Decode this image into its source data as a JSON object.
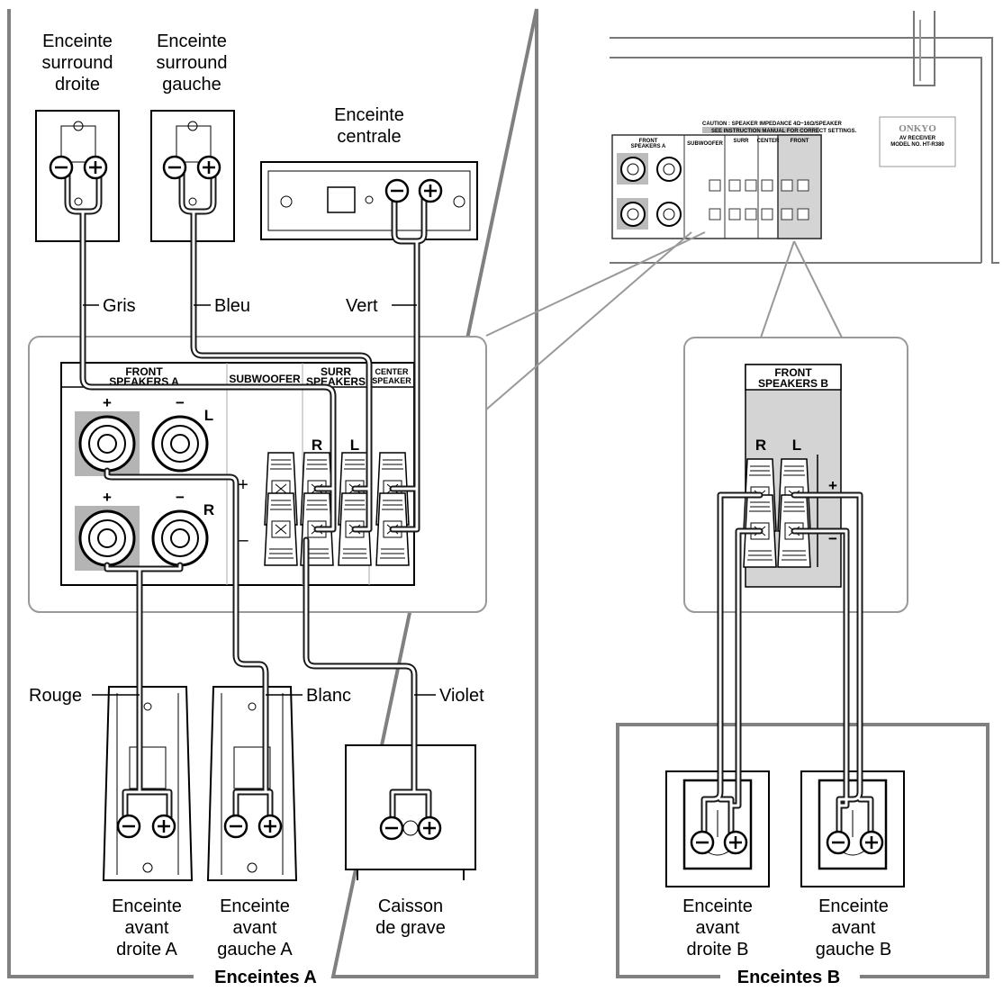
{
  "colors": {
    "frame": "#808080",
    "cable": "#1a1a1a",
    "cable_fill": "#ffffff",
    "terminal_bg": "#b4b4b4",
    "panel_bg": "#d4d4d4"
  },
  "speakers": {
    "surround_right": [
      "Enceinte",
      "surround",
      "droite"
    ],
    "surround_left": [
      "Enceinte",
      "surround",
      "gauche"
    ],
    "center": [
      "Enceinte",
      "centrale"
    ],
    "front_right_a": [
      "Enceinte",
      "avant",
      "droite A"
    ],
    "front_left_a": [
      "Enceinte",
      "avant",
      "gauche A"
    ],
    "subwoofer": [
      "Caisson",
      "de grave"
    ],
    "front_right_b": [
      "Enceinte",
      "avant",
      "droite B"
    ],
    "front_left_b": [
      "Enceinte",
      "avant",
      "gauche B"
    ]
  },
  "cables": {
    "gray": "Gris",
    "blue": "Bleu",
    "green": "Vert",
    "red": "Rouge",
    "white": "Blanc",
    "violet": "Violet"
  },
  "groups": {
    "a": "Enceintes A",
    "b": "Enceintes B"
  },
  "terminals": {
    "front_a": [
      "FRONT",
      "SPEAKERS A"
    ],
    "subwoofer": "SUBWOOFER",
    "surr": [
      "SURR",
      "SPEAKERS"
    ],
    "center": [
      "CENTER",
      "SPEAKER"
    ],
    "front_b": [
      "FRONT",
      "SPEAKERS B"
    ],
    "plus": "+",
    "minus": "−",
    "minus_thin": "–",
    "r": "R",
    "l": "L"
  },
  "receiver": {
    "caution": "CAUTION : SPEAKER IMPEDANCE 4Ω~16Ω/SPEAKER",
    "caution2": "SEE INSTRUCTION MANUAL FOR CORRECT SETTINGS.",
    "brand": "ONKYO",
    "model_line1": "AV RECEIVER",
    "model_line2": "MODEL NO. HT-R380"
  },
  "icons": [
    "keyhole-icon",
    "plus-terminal-icon",
    "minus-terminal-icon",
    "binding-post-icon",
    "spring-clip-icon"
  ]
}
